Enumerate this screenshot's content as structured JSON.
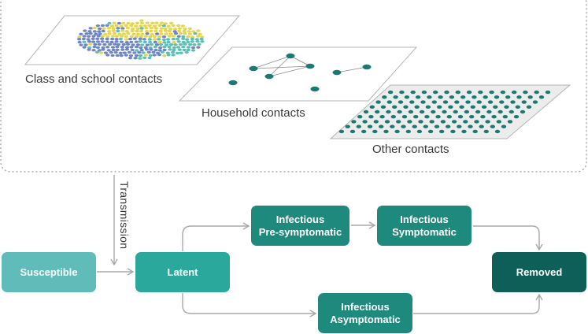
{
  "contact_layers": {
    "class_label": "Class and school contacts",
    "household_label": "Household contacts",
    "other_label": "Other contacts"
  },
  "transmission_label": "Transmission",
  "states": {
    "susceptible": "Susceptible",
    "latent": "Latent",
    "presymptomatic": [
      "Infectious",
      "Pre-symptomatic"
    ],
    "symptomatic": [
      "Infectious",
      "Symptomatic"
    ],
    "asymptomatic": [
      "Infectious",
      "Asymptomatic"
    ],
    "removed": "Removed"
  },
  "colors": {
    "susceptible": "#5fbcb8",
    "latent": "#2aa89b",
    "infectious": "#1e8a7e",
    "removed": "#0d5f58",
    "node": "#1a7a73",
    "dashed_border": "#9a9a9a",
    "arrow": "#a8a8a8",
    "school_yellow": "#e6d54e",
    "school_blue": "#6f86c4",
    "school_teal": "#5bbfb8"
  }
}
